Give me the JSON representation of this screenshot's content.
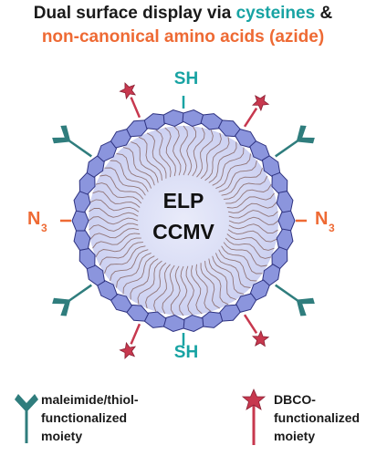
{
  "title": {
    "line1_prefix": "Dual surface display via ",
    "line1_highlight": "cysteines",
    "line1_suffix": " &",
    "line2": "non-canonical amino acids (azide)"
  },
  "particle": {
    "label_line1": "ELP",
    "label_line2": "CCMV"
  },
  "labels": {
    "sh_top": "SH",
    "sh_bottom": "SH",
    "azide_main": "N",
    "azide_sub": "3"
  },
  "legend": {
    "left": [
      "maleimide/thiol-",
      "functionalized",
      "moiety"
    ],
    "right": [
      "DBCO-",
      "functionalized",
      "moiety"
    ]
  },
  "colors": {
    "title_text": "#1a1a1a",
    "cysteine_teal": "#18a3a3",
    "azide_orange": "#ee6a34",
    "capsid_blue": "#8b95dd",
    "capsid_outline": "#2e3280",
    "lines_brown": "#8a6a6a",
    "dbco_red": "#c7384e",
    "maleimide_teal": "#2f7d7d"
  },
  "icons": [
    "maleimide-y-icon",
    "dbco-star-icon"
  ]
}
